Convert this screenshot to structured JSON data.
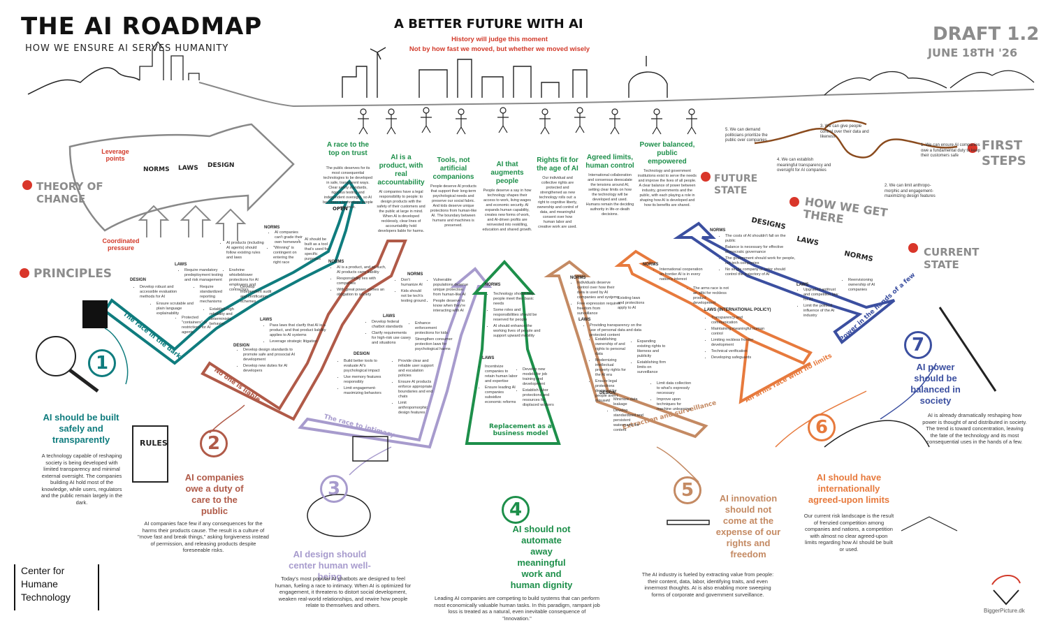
{
  "header": {
    "title": "THE AI ROADMAP",
    "subtitle": "HOW WE ENSURE AI SERVES HUMANITY",
    "center_title": "A BETTER FUTURE WITH AI",
    "center_line1": "History will judge this moment",
    "center_line2": "Not by how fast we moved, but whether we moved wisely",
    "draft": "DRAFT 1.2",
    "date": "JUNE 18TH '26"
  },
  "labels": {
    "theory_of_change": "THEORY OF CHANGE",
    "principles": "PRINCIPLES",
    "leverage_points": "Leverage points",
    "coordinated_pressure": "Coordinated pressure",
    "norms": "NORMS",
    "laws": "LAWS",
    "design": "DESIGN",
    "open": "OPEN",
    "rules": "RULES",
    "future_state": "FUTURE STATE",
    "how_we_get_there": "HOW WE GET THERE",
    "current_state": "CURRENT STATE",
    "first_steps": "FIRST STEPS",
    "designs_laws_norms": [
      "DESIGNS",
      "LAWS",
      "NORMS"
    ]
  },
  "future_states": [
    {
      "title": "A race to the top on trust",
      "body": "The public deserves for its most consequential technologies to be developed in safe, transparent ways. Clear safety standards, rigorous testing and independent oversight, so AI becomes a technology people can trust.",
      "color": "#1d8f4a"
    },
    {
      "title": "AI is a product, with real accountability",
      "body": "AI companies have a legal responsibility to people: to design products with the safety of their customers and the public at large in mind. When AI is developed recklessly, clear lines of accountability hold developers liable for harms.",
      "color": "#1d8f4a"
    },
    {
      "title": "Tools, not artificial companions",
      "body": "People deserve AI products that support their long-term psychological needs and preserve our social fabric. And kids deserve unique protections from human-like AI. The boundary between humans and machines is preserved.",
      "color": "#1d8f4a"
    },
    {
      "title": "AI that augments people",
      "body": "People deserve a say in how technology shapes their access to work, living wages and economic security. AI expands human capability, creates new forms of work, and AI-driven profits are reinvested into reskilling, education and shared growth.",
      "color": "#1d8f4a"
    },
    {
      "title": "Rights fit for the age of AI",
      "body": "Our individual and collective rights are protected and strengthened as new technology rolls out: a right to cognitive liberty, ownership and control of data, and meaningful consent over how human labor and creative work are used.",
      "color": "#1d8f4a"
    },
    {
      "title": "Agreed limits, human control",
      "body": "International collaboration and consensus deescalate the tensions around AI, setting clear limits on how the technology will be developed and used. Humans remain the deciding authority in life-or-death decisions.",
      "color": "#1d8f4a"
    },
    {
      "title": "Power balanced, public empowered",
      "body": "Technology and government institutions exist to serve the needs and improve the lives of all people. A clear balance of power between industry, governments and the public, with each playing a role in shaping how AI is developed and how its benefits are shared.",
      "color": "#1d8f4a"
    }
  ],
  "first_steps": [
    "1. We can ensure AI companies owe a fundamental duty to keep their customers safe",
    "2. We can limit anthropo-morphic and engagement-maximizing design features",
    "3. We can give people control over their data and likeness",
    "4. We can establish meaningful transparency and oversight for AI companies",
    "5. We can demand politicians prioritize the public over companies"
  ],
  "roads": [
    {
      "label": "The race in the dark",
      "color": "#0f7c7e",
      "norms": [
        "AI companies can't grade their own homework",
        "AI should be built as a tool that's used for specific purposes",
        "\"Winning\" is contingent on entering the right race"
      ],
      "laws": [
        "AI products (including AI agents) should follow existing rules and laws",
        "Require mandatory predeployment testing and risk management",
        "Enshrine whistleblower protections for AI employees and contractors",
        "Require standardized reporting mechanisms",
        "Develop independent audit and certification schemes"
      ],
      "design": [
        "Develop robust and accessible evaluation methods for AI",
        "Ensure scrutable and plain language explainability",
        "Protected \"containers\" or restrictions for AI agents",
        "Establish high reliability and deterministic behavior"
      ]
    },
    {
      "label": "No one is liable",
      "color": "#b05a48",
      "norms": [
        "AI is a product, and as such, AI products carry liability",
        "Responsibility lies with companies",
        "With great power comes an obligation to society"
      ],
      "laws": [
        "Pass laws that clarify that AI is a product, and that product liability applies to AI systems",
        "Leverage strategic litigation"
      ],
      "design": [
        "Develop design standards to promote safe and prosocial AI development",
        "Develop new duties for AI developers"
      ]
    },
    {
      "label": "The race to intimacy",
      "color": "#a79bcd",
      "norms": [
        "Don't humanize AI",
        "Kids should not be tech's testing ground",
        "Vulnerable populations deserve unique protection from human-like AI",
        "People deserve to know when they're interacting with AI"
      ],
      "laws": [
        "Develop federal chatbot standards",
        "Clarify requirements for high-risk use cases and situations",
        "Enhance enforcement protections for kids",
        "Strengthen consumer protection laws for psychological harms"
      ],
      "design": [
        "Build better tools to evaluate AI's psychological impact",
        "Use memory features responsibly",
        "Limit engagement-maximizing behaviors",
        "Provide clear and reliable user support and escalation policies",
        "Ensure AI products enforce appropriate boundaries and end chats",
        "Limit anthropomorphic design features"
      ]
    },
    {
      "label": "Replacement as a business model",
      "color": "#1d8f4a",
      "norms": [
        "Technology should help people meet their basic needs",
        "Some roles and responsibilities should be reserved for people",
        "AI should enhance the working lives of people and support upward mobility"
      ],
      "laws": [
        "Incentivize companies to retain human labor and expertise",
        "Ensure leading AI companies subsidize economic reforms",
        "Develop new models for job training and development",
        "Establish labor protections and resources for displaced workers"
      ],
      "design": []
    },
    {
      "label": "Extraction and surveillance",
      "color": "#c48a63",
      "norms": [
        "Individuals deserve control over how their data is used by AI companies and systems",
        "Free expression requires freedom from surveillance",
        "Existing laws and protections apply to AI"
      ],
      "laws": [
        "Providing transparency on the use of personal data and data protected content",
        "Establishing ownership of and rights to personal data",
        "Expanding existing rights to likeness and publicity",
        "Modernizing intellectual property rights for the AI era",
        "Establishing firm limits on surveillance",
        "Ensure legal protections designed for people aren't misused"
      ],
      "design": [
        "Minimize data leakage",
        "Limit data collection to what's expressly necessary",
        "Develop standardized and persistent watermarks for content",
        "Improve upon techniques for machine unlearning"
      ]
    },
    {
      "label": "An arms race with no limits",
      "color": "#e77a3d",
      "norms": [
        "International cooperation on frontier AI is in every nation's interest",
        "The arms race is not an alibi for reckless product development"
      ],
      "laws": [
        "Transparency and communication",
        "Maintaining meaningful human control",
        "Limiting reckless frontier development",
        "Technical verification",
        "Developing safeguards"
      ],
      "laws_title": "LAWS (INTERNATIONAL POLICY)",
      "design": []
    },
    {
      "label": "Power in the hands of a few",
      "color": "#3b4fa0",
      "norms": [
        "The costs of AI shouldn't fall on the public",
        "Balance is necessary for effective democratic governance",
        "The government should work for people, not tech companies",
        "No single company or actor should control the trajectory of AI"
      ],
      "laws": [
        "Upgraded antitrust and competition law for AI",
        "Reenvisioning ownership of AI companies",
        "Limit the political influence of the AI industry"
      ],
      "design": []
    }
  ],
  "principles": [
    {
      "num": "1",
      "title": "AI should be built safely and transparently",
      "color": "#0f7c7e",
      "body": "A technology capable of reshaping society is being developed with limited transparency and minimal external oversight. The companies building AI hold most of the knowledge, while users, regulators and the public remain largely in the dark."
    },
    {
      "num": "2",
      "title": "AI companies owe a duty of care to the public",
      "color": "#b05a48",
      "body": "AI companies face few if any consequences for the harms their products cause. The result is a culture of \"move fast and break things,\" asking forgiveness instead of permission, and releasing products despite foreseeable risks."
    },
    {
      "num": "3",
      "title": "AI design should center human well-being",
      "color": "#a79bcd",
      "body": "Today's most popular AI chatbots are designed to feel human, fueling a race to intimacy. When AI is optimized for engagement, it threatens to distort social development, weaken real-world relationships, and rewire how people relate to themselves and others."
    },
    {
      "num": "4",
      "title": "AI should not automate away meaningful work and human dignity",
      "color": "#1d8f4a",
      "body": "Leading AI companies are competing to build systems that can perform most economically valuable human tasks. In this paradigm, rampant job loss is treated as a natural, even inevitable consequence of \"innovation.\""
    },
    {
      "num": "5",
      "title": "AI innovation should not come at the expense of our rights and freedom",
      "color": "#c48a63",
      "body": "The AI industry is fueled by extracting value from people: their content, data, labor, identifying traits, and even innermost thoughts. AI is also enabling more sweeping forms of corporate and government surveillance."
    },
    {
      "num": "6",
      "title": "AI should have internationally agreed-upon limits",
      "color": "#e77a3d",
      "body": "Our current risk landscape is the result of frenzied competition among companies and nations, a competition with almost no clear agreed-upon limits regarding how AI should be built or used."
    },
    {
      "num": "7",
      "title": "AI power should be balanced in society",
      "color": "#3b4fa0",
      "body": "AI is already dramatically reshaping how power is thought of and distributed in society. The trend is toward concentration, leaving the fate of the technology and its most consequential uses in the hands of a few."
    }
  ],
  "footer": {
    "logo_line1": "Center for",
    "logo_line2": "Humane",
    "logo_line3": "Technology",
    "credit": "BiggerPicture.dk"
  }
}
